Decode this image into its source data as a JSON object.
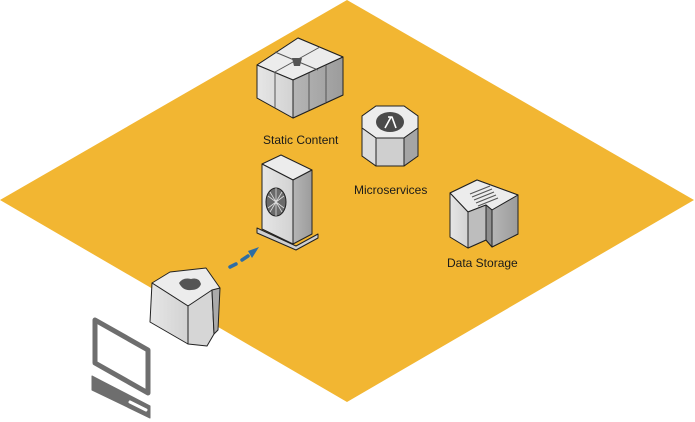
{
  "diagram": {
    "title": "Isometric web architecture",
    "plane_color": "#F2B632",
    "connector_color": "#2E6DA4",
    "nodes": [
      {
        "id": "static-content",
        "label": "Static Content",
        "icon": "static-content-storage-icon"
      },
      {
        "id": "microservices",
        "label": "Microservices",
        "icon": "lambda-function-icon"
      },
      {
        "id": "data-storage",
        "label": "Data Storage",
        "icon": "database-storage-icon"
      },
      {
        "id": "web-server",
        "label": "",
        "icon": "server-globe-icon"
      },
      {
        "id": "gateway",
        "label": "",
        "icon": "gateway-block-icon"
      },
      {
        "id": "client",
        "label": "",
        "icon": "desktop-computer-icon"
      }
    ],
    "edges": [
      {
        "from": "gateway",
        "to": "web-server",
        "style": "dashed-arrow"
      }
    ]
  }
}
